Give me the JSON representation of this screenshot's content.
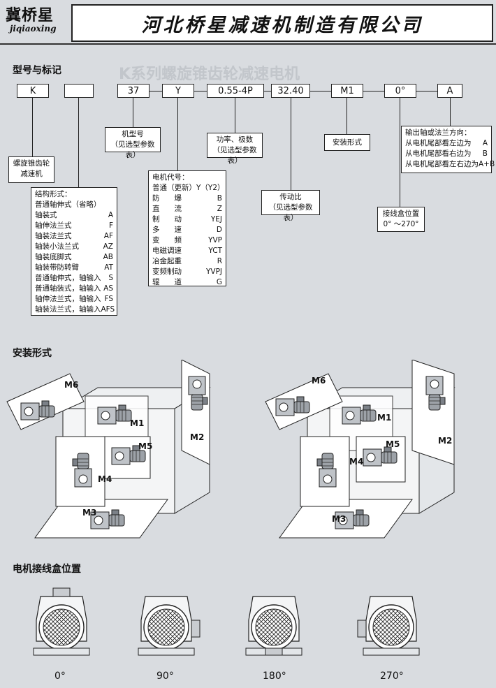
{
  "header": {
    "logo_zh": "冀桥星",
    "logo_en": "jiqiaoxing",
    "company": "河北桥星减速机制造有限公司"
  },
  "model_section": {
    "title": "型号与标记",
    "watermark": "K系列螺旋锥齿轮减速电机",
    "codes": [
      "K",
      "",
      "37",
      "Y",
      "0.55-4P",
      "32.40",
      "M1",
      "0°",
      "A"
    ],
    "notes": {
      "k_type": [
        "螺旋锥齿轮",
        "减速机"
      ],
      "frame": [
        "机型号",
        "（见选型参数表）"
      ],
      "power": [
        "功率、极数",
        "（见选型参数表）"
      ],
      "mounting": "安装形式",
      "ratio": [
        "传动比",
        "（见选型参数表）"
      ],
      "terminal": [
        "接线盒位置",
        "0° ～270°"
      ],
      "shaft": {
        "title": "输出轴或法兰方向：",
        "rows": [
          {
            "label": "从电机尾部看左边为",
            "value": "A"
          },
          {
            "label": "从电机尾部看右边为",
            "value": "B"
          },
          {
            "label": "从电机尾部看左右边为",
            "value": "A+B"
          }
        ]
      },
      "structure": {
        "title": "结构形式：",
        "rows": [
          {
            "label": "普通轴伸式（省略）",
            "value": ""
          },
          {
            "label": "轴装式",
            "value": "A"
          },
          {
            "label": "轴伸法兰式",
            "value": "F"
          },
          {
            "label": "轴装法兰式",
            "value": "AF"
          },
          {
            "label": "轴装小法兰式",
            "value": "AZ"
          },
          {
            "label": "轴装底脚式",
            "value": "AB"
          },
          {
            "label": "轴装带防转臂",
            "value": "AT"
          },
          {
            "label": "普通轴伸式，轴输入",
            "value": "S"
          },
          {
            "label": "普通轴装式，轴输入",
            "value": "AS"
          },
          {
            "label": "轴伸法兰式，轴输入",
            "value": "FS"
          },
          {
            "label": "轴装法兰式，轴输入",
            "value": "AFS"
          }
        ]
      },
      "motor": {
        "title": "电机代号：",
        "rows": [
          {
            "label": "普通（更新）",
            "value": "Y（Y2）"
          },
          {
            "label": "防　　爆",
            "value": "B"
          },
          {
            "label": "直　　流",
            "value": "Z"
          },
          {
            "label": "制　　动",
            "value": "YEJ"
          },
          {
            "label": "多　　速",
            "value": "D"
          },
          {
            "label": "变　　频",
            "value": "YVP"
          },
          {
            "label": "电磁调速",
            "value": "YCT"
          },
          {
            "label": "冶金起重",
            "value": "R"
          },
          {
            "label": "变频制动",
            "value": "YVPJ"
          },
          {
            "label": "辊　　道",
            "value": "G"
          }
        ]
      }
    }
  },
  "mounting_section": {
    "title": "安装形式",
    "positions": [
      "M1",
      "M2",
      "M3",
      "M4",
      "M5",
      "M6"
    ]
  },
  "terminal_section": {
    "title": "电机接线盒位置",
    "angles": [
      "0°",
      "90°",
      "180°",
      "270°"
    ]
  }
}
